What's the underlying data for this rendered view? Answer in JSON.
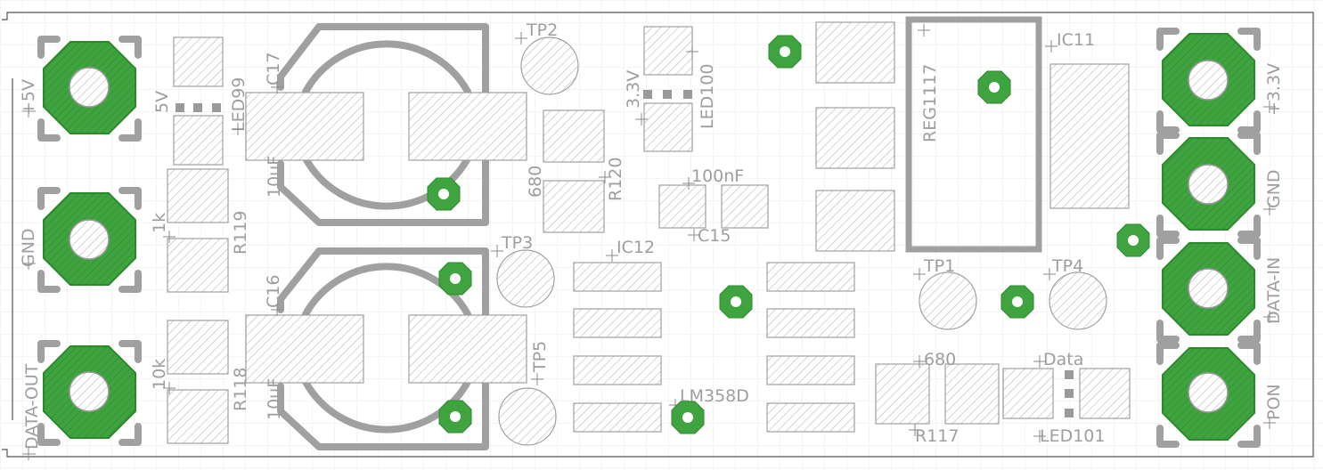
{
  "board": {
    "grid": true,
    "colors": {
      "background": "#ffffff",
      "grid": "#e6e6e6",
      "silkscreen": "#9e9e9e",
      "copper": "#3fa33f",
      "pad_hatch": "#bdbdbd"
    }
  },
  "connectors_left": [
    {
      "label": "+5V"
    },
    {
      "label": "GND"
    },
    {
      "label": "DATA-OUT"
    }
  ],
  "connectors_right": [
    {
      "label": "+3.3V"
    },
    {
      "label": "GND"
    },
    {
      "label": "DATA-IN"
    },
    {
      "label": "PON"
    }
  ],
  "labels": {
    "led99_value": "5V",
    "led99_name": "LED99",
    "r119_value": "1k",
    "r119_name": "R119",
    "r118_value": "10k",
    "r118_name": "R118",
    "c17_name": "C17",
    "c17_value": "10uF",
    "c16_name": "C16",
    "c16_value": "10uF",
    "tp2": "TP2",
    "tp3": "TP3",
    "tp5": "TP5",
    "tp1": "TP1",
    "tp4": "TP4",
    "led100_value": "3.3V",
    "led100_name": "LED100",
    "r120_value": "680",
    "r120_name": "R120",
    "c15_value": "100nF",
    "c15_name": "C15",
    "ic12": "IC12",
    "lm358d": "LM358D",
    "reg": "REG1117",
    "ic11": "IC11",
    "r117_value": "680",
    "r117_name": "R117",
    "led101_value": "Data",
    "led101_name": "LED101"
  }
}
